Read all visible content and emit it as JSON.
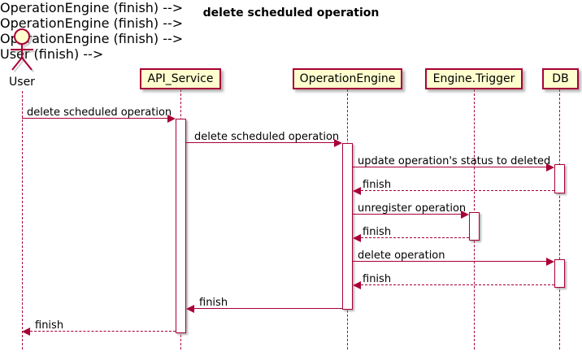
{
  "diagram": {
    "title": "delete scheduled operation",
    "type": "sequence-diagram",
    "colors": {
      "participant_fill": "#FEFECE",
      "line_and_border": "#A80036",
      "text": "#000000",
      "background": "#FFFFFF"
    }
  },
  "actors": [
    {
      "name": "User",
      "type": "actor"
    }
  ],
  "participants": [
    {
      "label": "API_Service"
    },
    {
      "label": "OperationEngine"
    },
    {
      "label": "Engine.Trigger"
    },
    {
      "label": "DB"
    }
  ],
  "messages": [
    {
      "from": "User",
      "to": "API_Service",
      "label": "delete scheduled operation",
      "style": "solid"
    },
    {
      "from": "API_Service",
      "to": "OperationEngine",
      "label": "delete scheduled operation",
      "style": "solid"
    },
    {
      "from": "OperationEngine",
      "to": "DB",
      "label": "update operation's status to deleted",
      "style": "solid"
    },
    {
      "from": "DB",
      "to": "OperationEngine",
      "label": "finish",
      "style": "dashed"
    },
    {
      "from": "OperationEngine",
      "to": "Engine.Trigger",
      "label": "unregister operation",
      "style": "solid"
    },
    {
      "from": "Engine.Trigger",
      "to": "OperationEngine",
      "label": "finish",
      "style": "dashed"
    },
    {
      "from": "OperationEngine",
      "to": "DB",
      "label": "delete operation",
      "style": "solid"
    },
    {
      "from": "DB",
      "to": "OperationEngine",
      "label": "finish",
      "style": "dashed"
    },
    {
      "from": "OperationEngine",
      "to": "API_Service",
      "label": "finish",
      "style": "solid"
    },
    {
      "from": "API_Service",
      "to": "User",
      "label": "finish",
      "style": "dashed"
    }
  ]
}
